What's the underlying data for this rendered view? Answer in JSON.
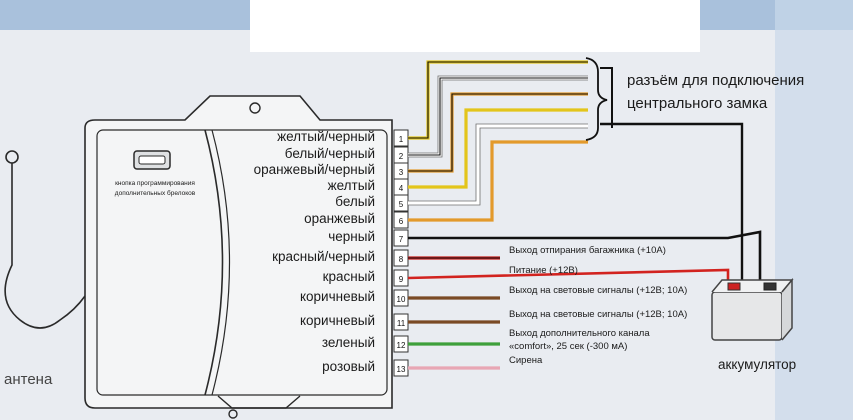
{
  "colors": {
    "background": "#e9ecf1",
    "blue_band": "#a9c1dc",
    "white_patch": "#ffffff",
    "module_fill": "#f4f5f6",
    "outline": "#2a2a2a"
  },
  "module": {
    "button_label_line1": "кнопка программирования",
    "button_label_line2": "дополнительных брелоков"
  },
  "antenna_label": "антена",
  "connector_note": {
    "line1": "разъём для подключения",
    "line2": "центрального замка"
  },
  "battery_label": "аккумулятор",
  "wires": [
    {
      "pin": "1",
      "color_name": "желтый/черный",
      "wire_color": "#e3c51b",
      "stripe": "#111111",
      "output": "",
      "output2": ""
    },
    {
      "pin": "2",
      "color_name": "белый/черный",
      "wire_color": "#ffffff",
      "stripe": "#111111",
      "output": "",
      "output2": ""
    },
    {
      "pin": "3",
      "color_name": "оранжевый/черный",
      "wire_color": "#e39a2c",
      "stripe": "#111111",
      "output": "",
      "output2": ""
    },
    {
      "pin": "4",
      "color_name": "желтый",
      "wire_color": "#e3c51b",
      "stripe": "",
      "output": "",
      "output2": ""
    },
    {
      "pin": "5",
      "color_name": "белый",
      "wire_color": "#ffffff",
      "stripe": "",
      "output": "",
      "output2": ""
    },
    {
      "pin": "6",
      "color_name": "оранжевый",
      "wire_color": "#e39a2c",
      "stripe": "",
      "output": "",
      "output2": ""
    },
    {
      "pin": "7",
      "color_name": "черный",
      "wire_color": "#111111",
      "stripe": "",
      "output": "",
      "output2": ""
    },
    {
      "pin": "8",
      "color_name": "красный/черный",
      "wire_color": "#c8201e",
      "stripe": "#111111",
      "output": "Выход отпирания багажника (+10А)",
      "output2": ""
    },
    {
      "pin": "9",
      "color_name": "красный",
      "wire_color": "#d2231f",
      "stripe": "",
      "output": "Питание (+12В)",
      "output2": ""
    },
    {
      "pin": "10",
      "color_name": "коричневый",
      "wire_color": "#7a4a25",
      "stripe": "",
      "output": "Выход на световые сигналы (+12В; 10А)",
      "output2": ""
    },
    {
      "pin": "11",
      "color_name": "коричневый",
      "wire_color": "#7a4a25",
      "stripe": "",
      "output": "Выход на световые сигналы (+12В; 10А)",
      "output2": ""
    },
    {
      "pin": "12",
      "color_name": "зеленый",
      "wire_color": "#3ea03b",
      "stripe": "",
      "output": "Выход дополнительного канала",
      "output2": "«comfort», 25 сек (-300 мА)"
    },
    {
      "pin": "13",
      "color_name": "розовый",
      "wire_color": "#e8a6b4",
      "stripe": "",
      "output": "Сирена",
      "output2": ""
    }
  ]
}
